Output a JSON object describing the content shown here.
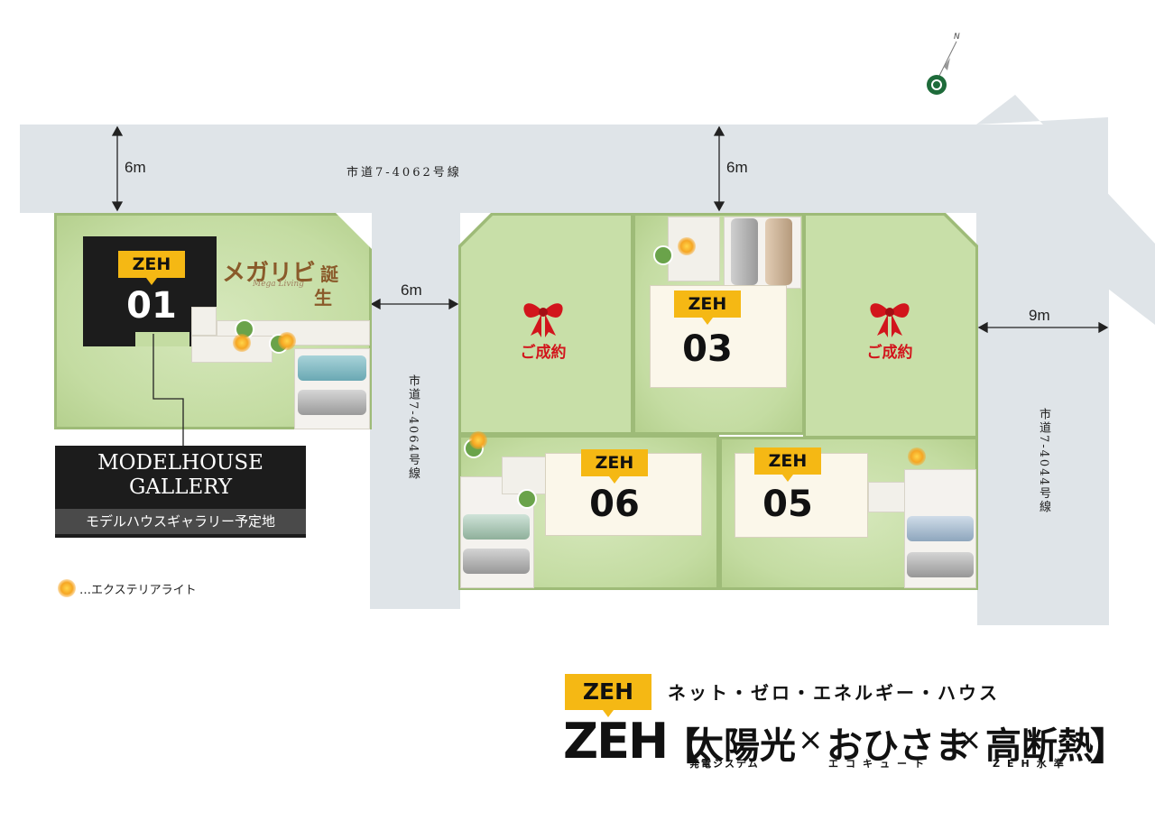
{
  "map": {
    "compass_label": "N",
    "roads": {
      "top_name": "市道7-4062号線",
      "top_width": "6m",
      "middle_name": "市道7-4064号線",
      "middle_width": "6m",
      "right_name": "市道7-4044号線",
      "right_width": "9m",
      "top_right_width": "6m"
    },
    "lots": [
      {
        "id": "01",
        "badge": "ZEH",
        "status": "model"
      },
      {
        "id": "03",
        "badge": "ZEH",
        "status": "available"
      },
      {
        "id": "06",
        "badge": "ZEH",
        "status": "available"
      },
      {
        "id": "05",
        "badge": "ZEH",
        "status": "available"
      },
      {
        "id": "sold-1",
        "label": "ご成約",
        "status": "sold"
      },
      {
        "id": "sold-2",
        "label": "ご成約",
        "status": "sold"
      }
    ],
    "brand": {
      "name": "メガリビ",
      "suffix_1": "誕",
      "suffix_2": "生",
      "sub": "Mega Living"
    },
    "gallery": {
      "title_1": "MODELHOUSE",
      "title_2": "GALLERY",
      "subtitle": "モデルハウスギャラリー予定地"
    },
    "legend": {
      "exterior_light": "…エクステリアライト"
    }
  },
  "footer": {
    "badge": "ZEH",
    "tagline": "ネット・ゼロ・エネルギー・ハウス",
    "big_zeh": "ZEH",
    "bracket_open": "【",
    "bracket_close": "】",
    "times": "×",
    "item1": "太陽光",
    "item1_sub": "発電システム",
    "item2": "おひさま",
    "item2_sub": "エコキュート",
    "item3": "高断熱",
    "item3_sub": "ZEH水準"
  },
  "colors": {
    "lot_green": "#c4dca2",
    "zeh_yellow": "#f5b814",
    "sold_red": "#d2151c",
    "road_gray": "#dfe4e8"
  }
}
